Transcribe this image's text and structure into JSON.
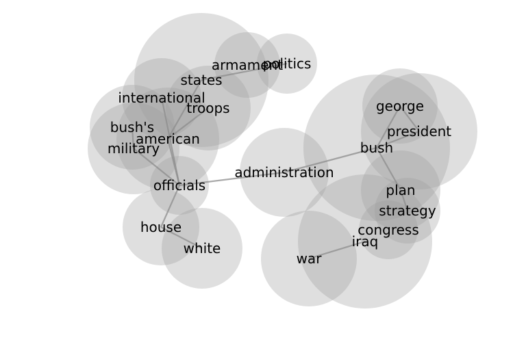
{
  "graph": {
    "bubble_color": "#9e9e9e",
    "edge_color": "#8c8c8c",
    "text_color": "#000000",
    "nodes": [
      {
        "id": "armament",
        "label": "armament"
      },
      {
        "id": "politics",
        "label": "politics"
      },
      {
        "id": "states",
        "label": "states"
      },
      {
        "id": "international",
        "label": "international"
      },
      {
        "id": "troops",
        "label": "troops"
      },
      {
        "id": "bushs",
        "label": "bush's"
      },
      {
        "id": "american",
        "label": "american"
      },
      {
        "id": "military",
        "label": "military"
      },
      {
        "id": "officials",
        "label": "officials"
      },
      {
        "id": "house",
        "label": "house"
      },
      {
        "id": "white",
        "label": "white"
      },
      {
        "id": "administration",
        "label": "administration"
      },
      {
        "id": "george",
        "label": "george"
      },
      {
        "id": "president",
        "label": "president"
      },
      {
        "id": "bush",
        "label": "bush"
      },
      {
        "id": "plan",
        "label": "plan"
      },
      {
        "id": "strategy",
        "label": "strategy"
      },
      {
        "id": "congress",
        "label": "congress"
      },
      {
        "id": "iraq",
        "label": "iraq"
      },
      {
        "id": "war",
        "label": "war"
      }
    ],
    "edges": [
      [
        "politics",
        "states"
      ],
      [
        "states",
        "american"
      ],
      [
        "international",
        "officials"
      ],
      [
        "troops",
        "american"
      ],
      [
        "bushs",
        "military"
      ],
      [
        "military",
        "officials"
      ],
      [
        "american",
        "officials"
      ],
      [
        "officials",
        "house"
      ],
      [
        "house",
        "white"
      ],
      [
        "officials",
        "administration"
      ],
      [
        "administration",
        "bush"
      ],
      [
        "bush",
        "george"
      ],
      [
        "george",
        "president"
      ],
      [
        "bush",
        "president"
      ],
      [
        "bush",
        "plan"
      ],
      [
        "plan",
        "strategy"
      ],
      [
        "iraq",
        "war"
      ]
    ]
  }
}
